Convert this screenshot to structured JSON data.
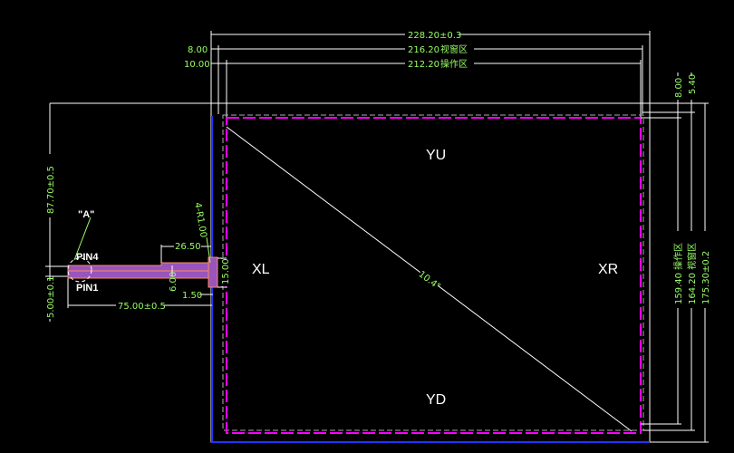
{
  "drawing": {
    "top_dims": {
      "overall": "228.20±0.3",
      "view_area": "216.20",
      "view_area_label": "视窗区",
      "active_area": "212.20",
      "active_area_label": "操作区",
      "offset_view": "8.00",
      "offset_active": "10.00"
    },
    "right_dims": {
      "offset_active": "8.00",
      "offset_view": "5.40",
      "active_area": "159.40 操作区",
      "view_area": "164.20 视窗区",
      "overall": "175.30±0.2"
    },
    "left_dims": {
      "height_to_tail": "87.70±0.5",
      "tail_width": "5.00±0.1",
      "tail_length": "75.00±0.5",
      "step_length": "26.50",
      "tail_section": "6.00",
      "gap": "1.50",
      "connector_width": "15.00",
      "corner_radius": "4-R1.00"
    },
    "detail_ref": "\"A\"",
    "pins": {
      "pin4": "PIN4",
      "pin1": "PIN1"
    },
    "electrodes": {
      "top": "YU",
      "bottom": "YD",
      "left": "XL",
      "right": "XR"
    },
    "diagonal": "10.4\"",
    "colors": {
      "dimension_text": "#99ff66",
      "active_outline": "#ff00ff",
      "glass_outline": "#2233ff",
      "tail": "#9955bb",
      "tail_edge": "#ff8866"
    }
  }
}
